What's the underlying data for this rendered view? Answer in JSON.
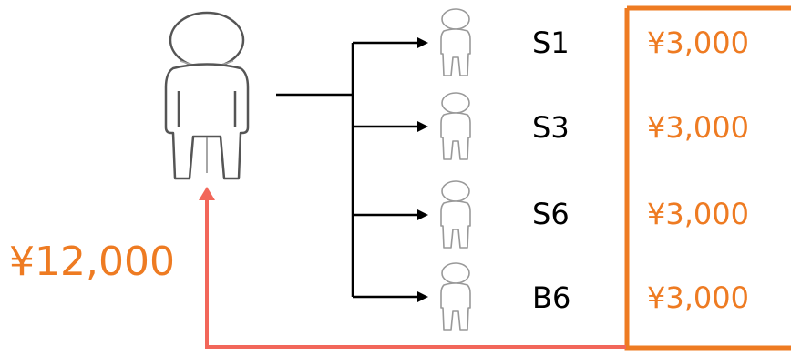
{
  "colors": {
    "accent_orange": "#EE7B22",
    "arrow_red": "#F2675A",
    "stroke_dark": "#000000",
    "figure_stroke": "#555555",
    "figure_stroke_light": "#999999"
  },
  "source": {
    "icon": "person-icon",
    "total": "¥12,000"
  },
  "recipients": [
    {
      "label": "S1",
      "amount": "¥3,000",
      "icon": "person-icon"
    },
    {
      "label": "S3",
      "amount": "¥3,000",
      "icon": "person-icon"
    },
    {
      "label": "S6",
      "amount": "¥3,000",
      "icon": "person-icon"
    },
    {
      "label": "B6",
      "amount": "¥3,000",
      "icon": "person-icon"
    }
  ]
}
